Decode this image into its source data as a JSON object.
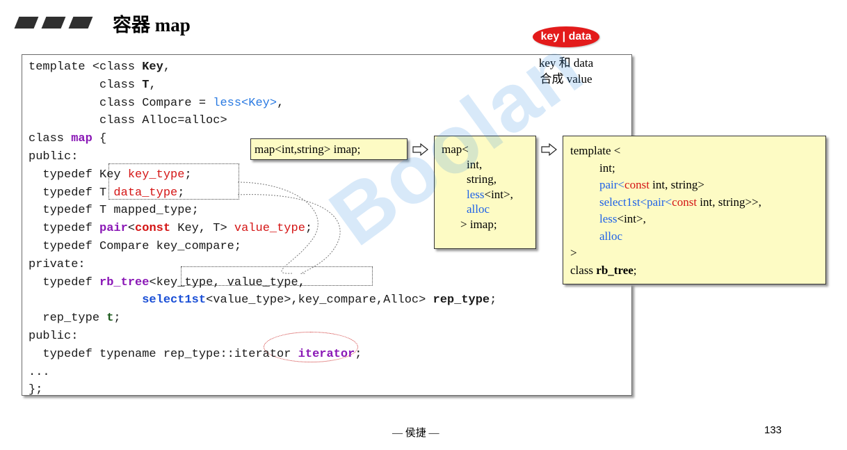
{
  "header": {
    "title": "容器 map"
  },
  "annotation": {
    "badge": "key | data",
    "note_line1": "key 和 data",
    "note_line2": "合成 value"
  },
  "code": {
    "l1": [
      "template <class ",
      "Key",
      ","
    ],
    "l2": [
      "          class ",
      "T",
      ","
    ],
    "l3": [
      "          class Compare = ",
      "less<Key>",
      ","
    ],
    "l4": [
      "          class Alloc=alloc>"
    ],
    "l5": [
      "class ",
      "map",
      " {"
    ],
    "l6": [
      "public:"
    ],
    "l7": [
      "  typedef Key ",
      "key_type",
      ";"
    ],
    "l8": [
      "  typedef T ",
      "data_type",
      ";"
    ],
    "l9": [
      "  typedef T mapped_type;"
    ],
    "l10": [
      "  typedef ",
      "pair",
      "<",
      "const",
      " Key, T> ",
      "value_type",
      ";"
    ],
    "l11": [
      "  typedef Compare key_compare;"
    ],
    "l12": [
      "private:"
    ],
    "l13": [
      "  typedef ",
      "rb_tree",
      "<key_type, value_type,"
    ],
    "l14": [
      "                ",
      "select1st",
      "<value_type>,key_compare,Alloc> ",
      "rep_type",
      ";"
    ],
    "l15": [
      "  rep_type ",
      "t",
      ";"
    ],
    "l16": [
      "public:"
    ],
    "l17": [
      "  typedef typename rep_type::iterator ",
      "iterator",
      ";"
    ],
    "l18": [
      "..."
    ],
    "l19": [
      "};"
    ]
  },
  "callouts": {
    "box1": "map<int,string> imap;",
    "box2": {
      "l1": "map<",
      "l2": "int,",
      "l3": "string,",
      "l4a": "less",
      "l4b": "<int>,",
      "l5": "alloc",
      "l6": "> imap;"
    },
    "box3": {
      "l1": "template <",
      "l2": "int;",
      "l3a": "pair<",
      "l3b": "const",
      "l3c": " int, string>",
      "l4a": "select1st<pair<",
      "l4b": "const",
      "l4c": " int, string>>,",
      "l5a": "less",
      "l5b": "<int>,",
      "l6": "alloc",
      "l7": ">",
      "l8a": "class ",
      "l8b": "rb_tree",
      "l8c": ";"
    }
  },
  "watermark": "Boolan",
  "footer": {
    "author": "— 侯捷 —",
    "page_number": "133"
  }
}
